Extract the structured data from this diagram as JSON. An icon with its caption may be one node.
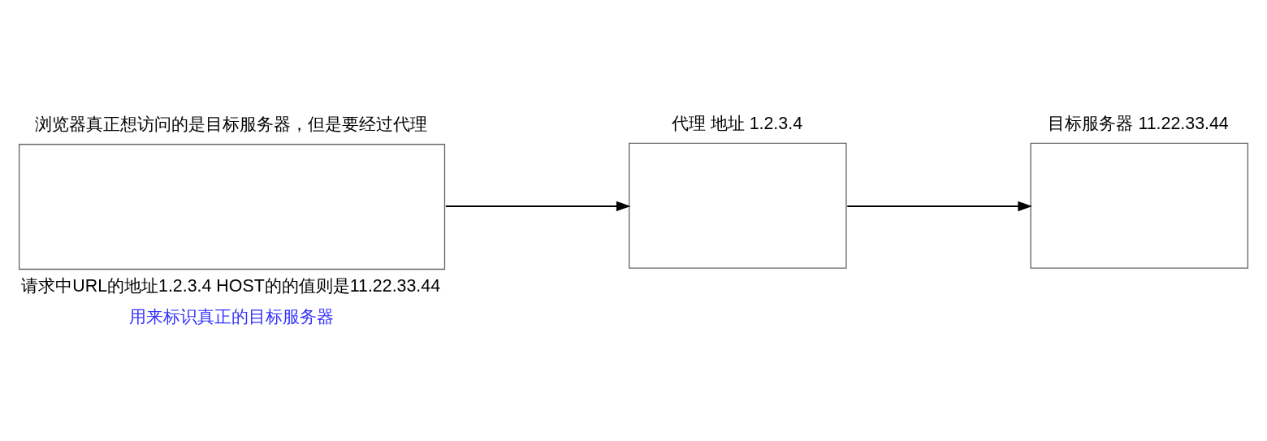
{
  "diagram": {
    "nodes": [
      {
        "text": [
          "浏览器真正想访问的是目标服务器，但是要经过代理"
        ],
        "beside": [
          "请求中URL的地址1.2.3.4 HOST的的值则是11.22.33.44",
          "用来标识真正的目标服务器"
        ]
      },
      {
        "text": [
          "代理 地址 1.2.3.4"
        ]
      },
      {
        "text": [
          "目标服务器 11.22.33.44"
        ]
      }
    ],
    "edges": [
      {
        "from": 0,
        "to": 1,
        "arrow": "to"
      },
      {
        "from": 1,
        "to": 2,
        "arrow": "to"
      }
    ]
  }
}
